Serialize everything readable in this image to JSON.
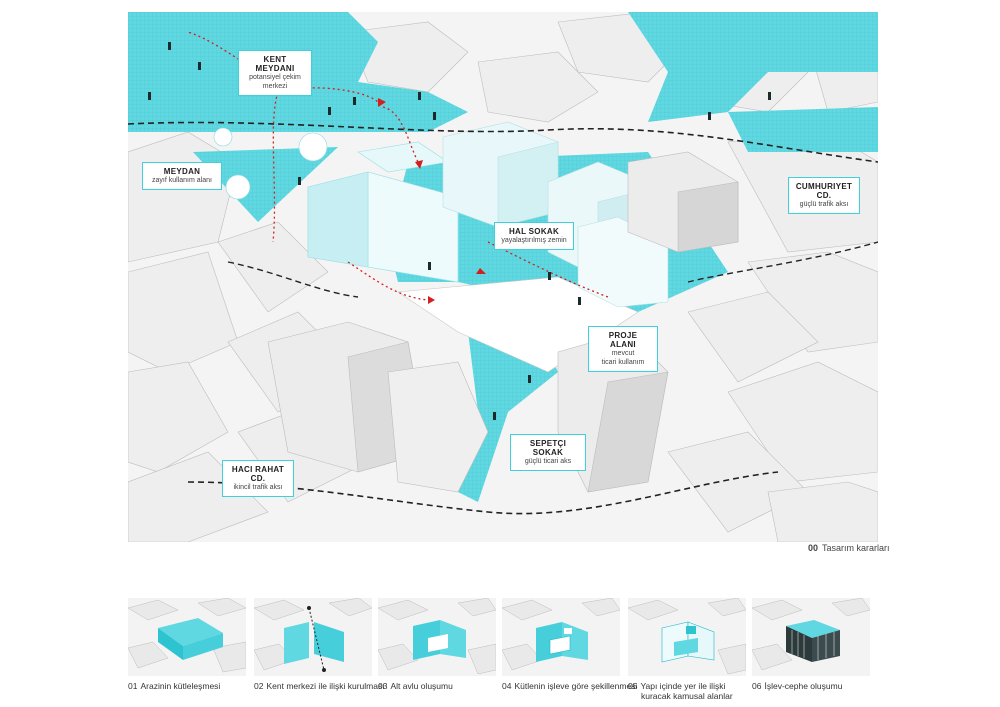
{
  "main_caption": {
    "number": "00",
    "text": "Tasarım kararları"
  },
  "callouts": [
    {
      "id": "kent-meydani",
      "title": "KENT MEYDANI",
      "sub": [
        "potansiyel çekim",
        "merkezi"
      ]
    },
    {
      "id": "meydan",
      "title": "MEYDAN",
      "sub": [
        "zayıf kullanım alanı"
      ]
    },
    {
      "id": "cumhuriyet",
      "title": "CUMHURIYET CD.",
      "sub": [
        "güçlü trafik aksı"
      ]
    },
    {
      "id": "hal-sokak",
      "title": "HAL SOKAK",
      "sub": [
        "yayalaştırılmış zemin"
      ]
    },
    {
      "id": "proje-alani",
      "title": "PROJE ALANI",
      "sub": [
        "mevcut",
        "ticari kullanım"
      ]
    },
    {
      "id": "sepetci",
      "title": "SEPETÇI SOKAK",
      "sub": [
        "güçlü ticari aks"
      ]
    },
    {
      "id": "haci-rahat",
      "title": "HACI RAHAT CD.",
      "sub": [
        "ikincil trafik aksı"
      ]
    }
  ],
  "steps": [
    {
      "number": "01",
      "lines": [
        "Arazinin kütleleşmesi"
      ]
    },
    {
      "number": "02",
      "lines": [
        "Kent merkezi ile ilişki kurulması"
      ]
    },
    {
      "number": "03",
      "lines": [
        "Alt avlu oluşumu"
      ]
    },
    {
      "number": "04",
      "lines": [
        "Kütlenin işleve göre şekillenmesi"
      ]
    },
    {
      "number": "05",
      "lines": [
        "Yapı içinde yer ile ilişki",
        "kuracak kamusal alanlar"
      ]
    },
    {
      "number": "06",
      "lines": [
        "İşlev-cephe oluşumu"
      ]
    }
  ],
  "colors": {
    "accent": "#5fd8e2",
    "accent_dark": "#1fb7c6",
    "building": "#ececec",
    "building_shade": "#d4d4d4",
    "path": "#d21f1f"
  }
}
